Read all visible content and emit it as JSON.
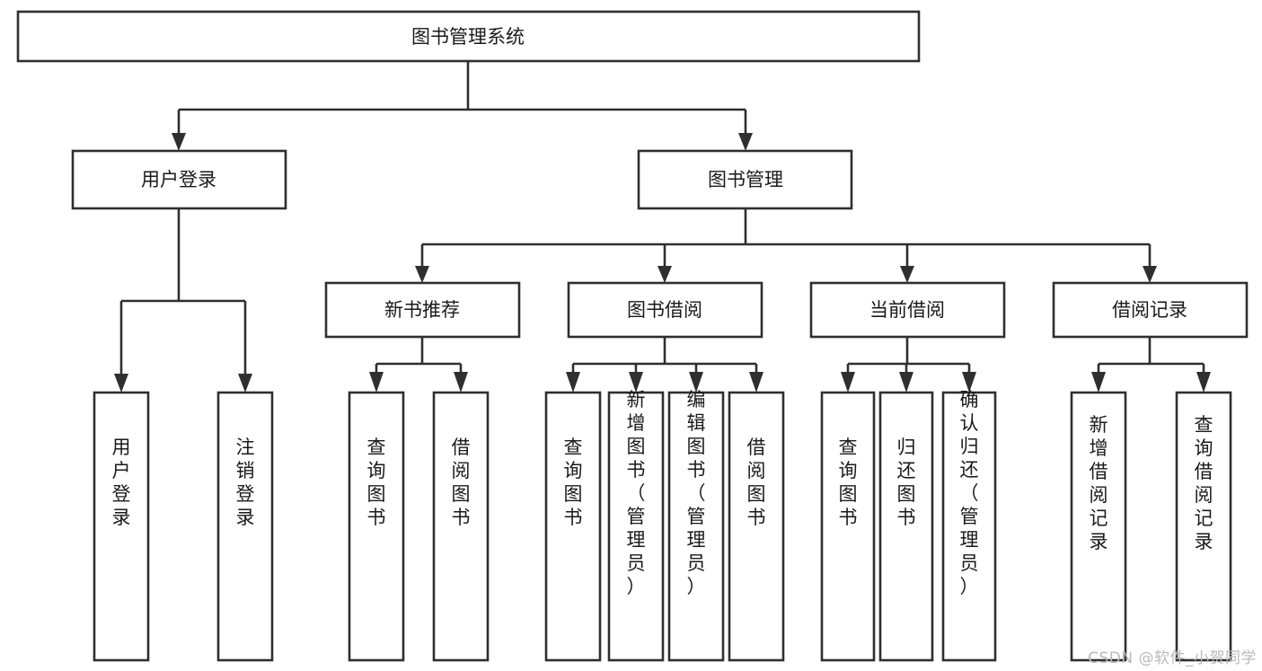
{
  "diagram": {
    "type": "tree-hierarchy",
    "orientation": "top-down",
    "root": {
      "id": "root",
      "label": "图书管理系统",
      "text_orientation": "horizontal"
    },
    "level2": [
      {
        "id": "user-login",
        "label": "用户登录",
        "text_orientation": "horizontal"
      },
      {
        "id": "book-manage",
        "label": "图书管理",
        "text_orientation": "horizontal"
      }
    ],
    "level3": [
      {
        "id": "new-book-rec",
        "label": "新书推荐",
        "parent": "book-manage",
        "text_orientation": "horizontal"
      },
      {
        "id": "book-borrow",
        "label": "图书借阅",
        "parent": "book-manage",
        "text_orientation": "horizontal"
      },
      {
        "id": "current-borrow",
        "label": "当前借阅",
        "parent": "book-manage",
        "text_orientation": "horizontal"
      },
      {
        "id": "borrow-record",
        "label": "借阅记录",
        "parent": "book-manage",
        "text_orientation": "horizontal"
      }
    ],
    "leaves": [
      {
        "id": "leaf-user-login",
        "label": "用户登录",
        "parent": "user-login",
        "text_orientation": "vertical"
      },
      {
        "id": "leaf-logout",
        "label": "注销登录",
        "parent": "user-login",
        "text_orientation": "vertical"
      },
      {
        "id": "leaf-query-book-1",
        "label": "查询图书",
        "parent": "new-book-rec",
        "text_orientation": "vertical"
      },
      {
        "id": "leaf-borrow-book-1",
        "label": "借阅图书",
        "parent": "new-book-rec",
        "text_orientation": "vertical"
      },
      {
        "id": "leaf-query-book-2",
        "label": "查询图书",
        "parent": "book-borrow",
        "text_orientation": "vertical"
      },
      {
        "id": "leaf-add-book",
        "label": "新增图书（管理员）",
        "parent": "book-borrow",
        "text_orientation": "vertical"
      },
      {
        "id": "leaf-edit-book",
        "label": "编辑图书（管理员）",
        "parent": "book-borrow",
        "text_orientation": "vertical"
      },
      {
        "id": "leaf-borrow-book-2",
        "label": "借阅图书",
        "parent": "book-borrow",
        "text_orientation": "vertical"
      },
      {
        "id": "leaf-query-book-3",
        "label": "查询图书",
        "parent": "current-borrow",
        "text_orientation": "vertical"
      },
      {
        "id": "leaf-return-book",
        "label": "归还图书",
        "parent": "current-borrow",
        "text_orientation": "vertical"
      },
      {
        "id": "leaf-confirm-return",
        "label": "确认归还（管理员）",
        "parent": "current-borrow",
        "text_orientation": "vertical"
      },
      {
        "id": "leaf-add-record",
        "label": "新增借阅记录",
        "parent": "borrow-record",
        "text_orientation": "vertical"
      },
      {
        "id": "leaf-query-record",
        "label": "查询借阅记录",
        "parent": "borrow-record",
        "text_orientation": "vertical"
      }
    ],
    "colors": {
      "stroke": "#2f2f2f",
      "fill": "#ffffff",
      "text": "#1a1a1a",
      "watermark": "#b9b9b9"
    }
  },
  "watermark": {
    "text": "CSDN @软件_小贺同学"
  }
}
